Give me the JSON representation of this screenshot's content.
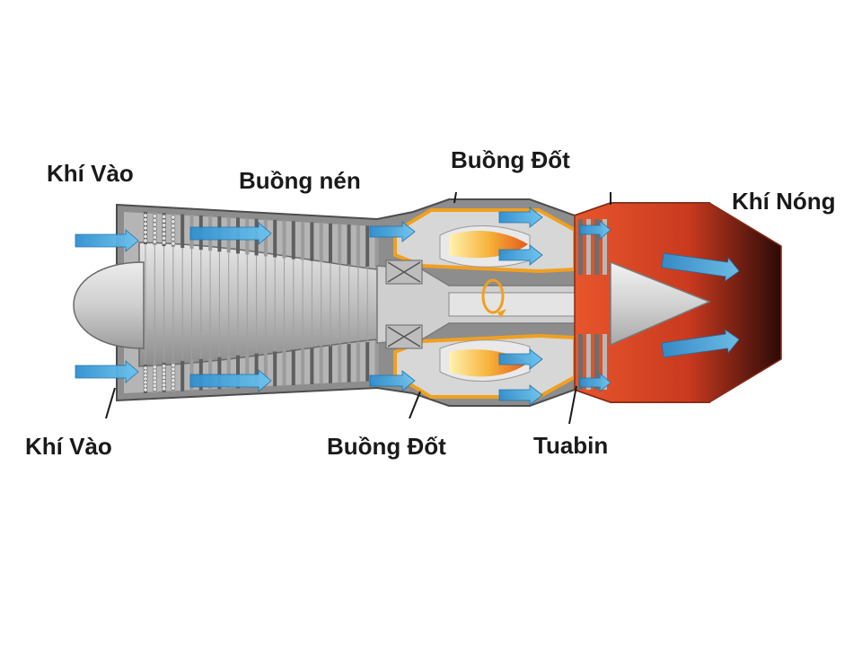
{
  "labels": {
    "inlet_top": "Khí Vào",
    "inlet_bottom": "Khí Vào",
    "compressor": "Buồng nén",
    "combustion_top": "Buồng Đốt",
    "combustion_bottom": "Buồng Đốt",
    "hot_gas": "Khí Nóng",
    "turbine": "Tuabin"
  },
  "colors": {
    "casing": "#7a7a7a",
    "metal": "#c9c9c9",
    "flow_arrow": "#3aa0d8",
    "combustion_liner": "#f0a020",
    "flame": "#f6b43a",
    "exhaust": "#e2522a",
    "exhaust_dark": "#3a0d0a"
  },
  "icons": [
    "flow-arrow-icon",
    "rotation-arrow-icon"
  ]
}
